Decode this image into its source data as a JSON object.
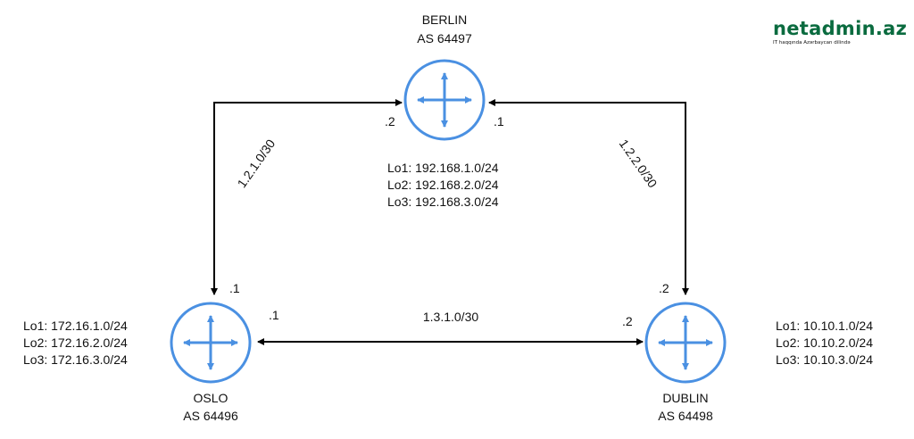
{
  "brand": {
    "name": "netadmin.az",
    "tagline": "IT haqqında Azərbaycan dilində",
    "color": "#0a6b3f"
  },
  "colors": {
    "router": "#4a90e2",
    "link": "#000000"
  },
  "routers": {
    "berlin": {
      "name": "BERLIN",
      "as": "AS 64497",
      "loopbacks": [
        "Lo1: 192.168.1.0/24",
        "Lo2: 192.168.2.0/24",
        "Lo3: 192.168.3.0/24"
      ]
    },
    "oslo": {
      "name": "OSLO",
      "as": "AS 64496",
      "loopbacks": [
        "Lo1: 172.16.1.0/24",
        "Lo2: 172.16.2.0/24",
        "Lo3: 172.16.3.0/24"
      ]
    },
    "dublin": {
      "name": "DUBLIN",
      "as": "AS 64498",
      "loopbacks": [
        "Lo1: 10.10.1.0/24",
        "Lo2: 10.10.2.0/24",
        "Lo3: 10.10.3.0/24"
      ]
    }
  },
  "links": {
    "berlin_oslo": {
      "subnet": "1.2.1.0/30",
      "berlin_if": ".2",
      "oslo_if": ".1"
    },
    "berlin_dublin": {
      "subnet": "1.2.2.0/30",
      "berlin_if": ".1",
      "dublin_if": ".2"
    },
    "oslo_dublin": {
      "subnet": "1.3.1.0/30",
      "oslo_if": ".1",
      "dublin_if": ".2"
    }
  }
}
